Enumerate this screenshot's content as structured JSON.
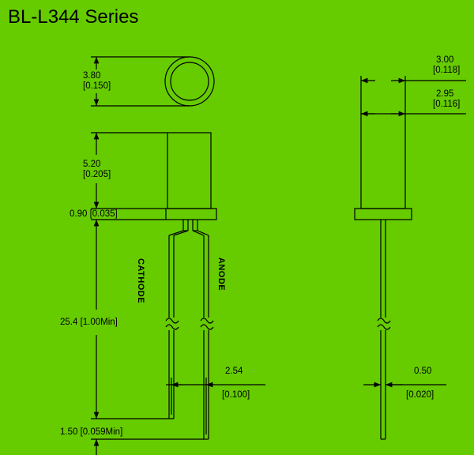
{
  "title": "BL-L344 Series",
  "dims": {
    "lens_diameter_mm": "3.80",
    "lens_diameter_in": "[0.150]",
    "body_height_mm": "5.20",
    "body_height_in": "[0.205]",
    "flange_height": "0.90 [0.035]",
    "lead_length": "25.4 [1.00Min]",
    "lead_bottom": "1.50 [0.059Min]",
    "pin_spacing_mm": "2.54",
    "pin_spacing_in": "[0.100]",
    "flange_width_mm": "3.00",
    "flange_width_in": "[0.118]",
    "body_width_mm": "2.95",
    "body_width_in": "[0.116]",
    "lead_width_mm": "0.50",
    "lead_width_in": "[0.020]"
  },
  "pins": {
    "cathode": "CATHODE",
    "anode": "ANODE"
  }
}
